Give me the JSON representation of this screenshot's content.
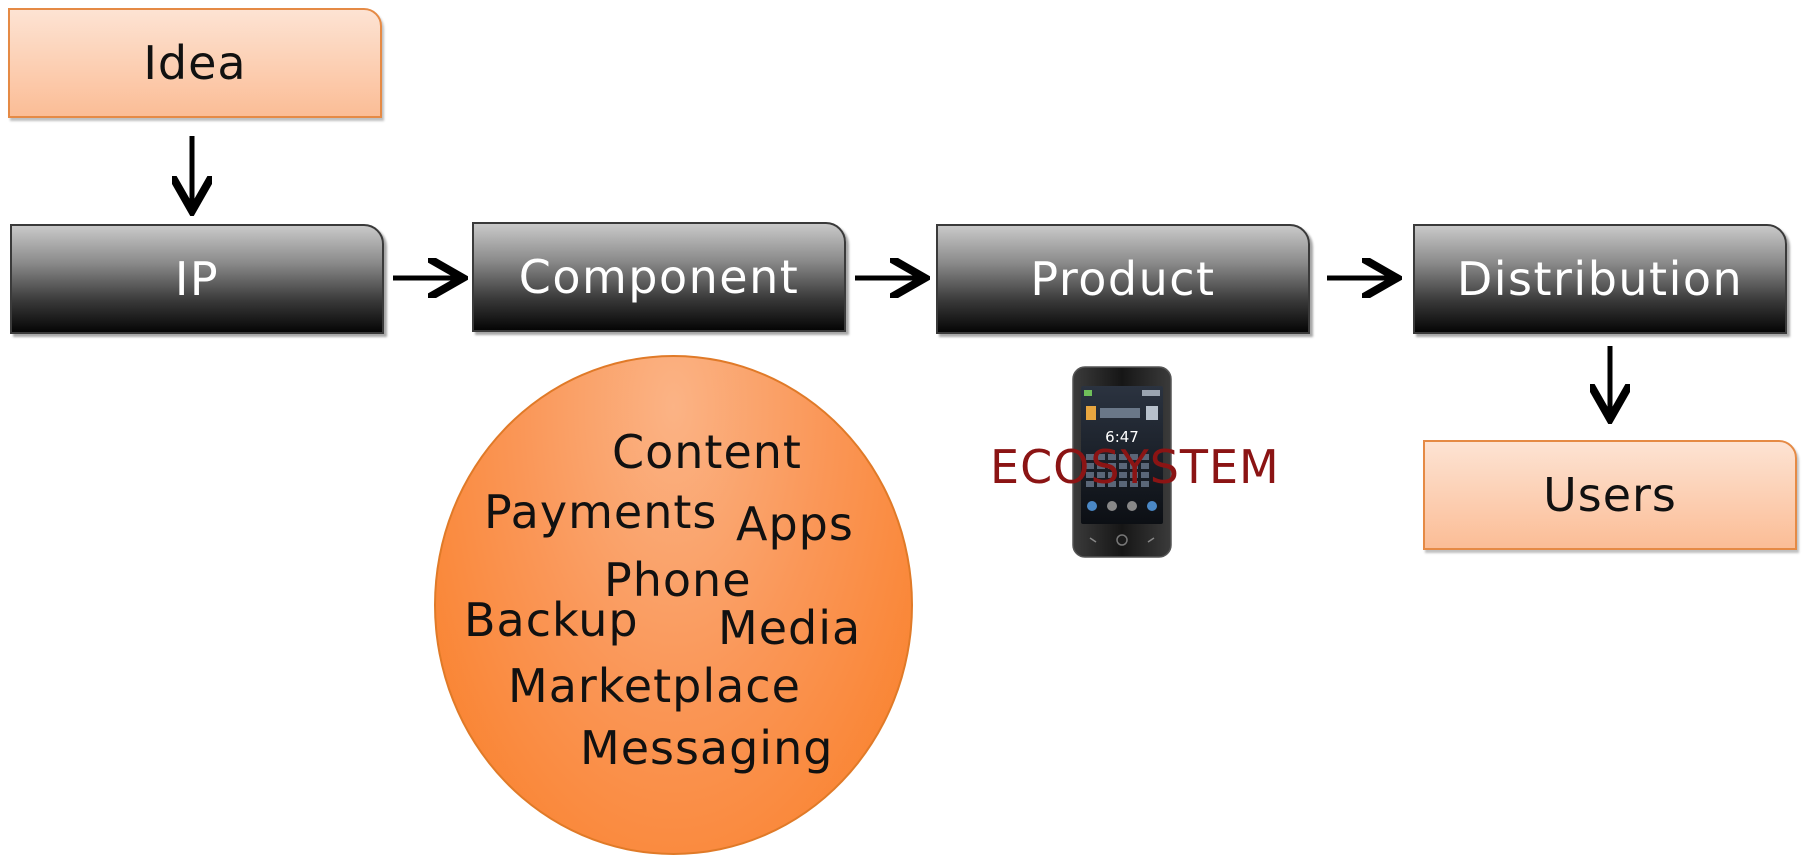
{
  "boxes": {
    "idea": "Idea",
    "ip": "IP",
    "component": "Component",
    "product": "Product",
    "distribution": "Distribution",
    "users": "Users"
  },
  "circle_words": [
    "Content",
    "Payments",
    "Apps",
    "Phone",
    "Backup",
    "Media",
    "Marketplace",
    "Messaging"
  ],
  "ecosystem_label": "ECOSYSTEM",
  "phone_screen": {
    "time": "6:47"
  },
  "colors": {
    "orange_box": "#fbbd96",
    "dark_box": "#1a1a1a",
    "circle": "#f97d24",
    "ecosystem_text": "#8b1414"
  },
  "icons": [
    "arrow-down-icon",
    "arrow-right-icon",
    "phone-icon"
  ]
}
